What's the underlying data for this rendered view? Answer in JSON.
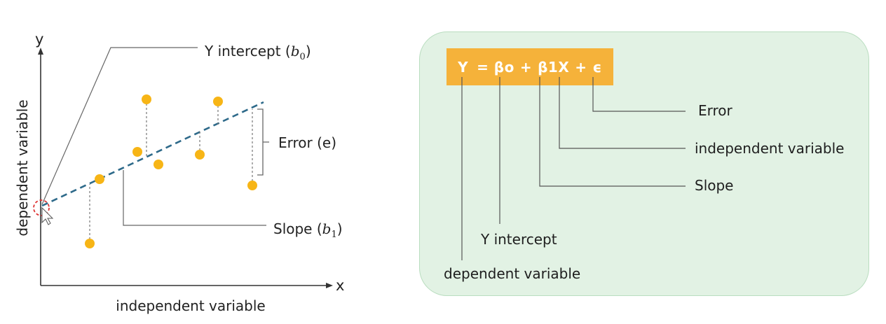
{
  "left_diagram": {
    "y_axis_label": "y",
    "x_axis_label": "x",
    "y_axis_title": "dependent variable",
    "x_axis_title": "independent variable",
    "annotations": {
      "intercept": {
        "text": "Y intercept (",
        "var": "b",
        "sub": "0",
        "close": ")"
      },
      "error": "Error (e)",
      "slope": {
        "text": "Slope (",
        "var": "b",
        "sub": "1",
        "close": ")"
      }
    },
    "colors": {
      "points": "#f7b516",
      "regression_line": "#2e6a8a",
      "intercept_marker": "#d33"
    }
  },
  "right_panel": {
    "equation": [
      "Y",
      "= βo",
      "+",
      "β1X",
      "+",
      "ϵ"
    ],
    "labels": {
      "error": "Error",
      "independent": "independent variable",
      "slope": "Slope",
      "intercept": "Y intercept",
      "dependent": "dependent variable"
    },
    "colors": {
      "panel_bg": "#e2f2e4",
      "equation_bg": "#f5b23a"
    }
  }
}
